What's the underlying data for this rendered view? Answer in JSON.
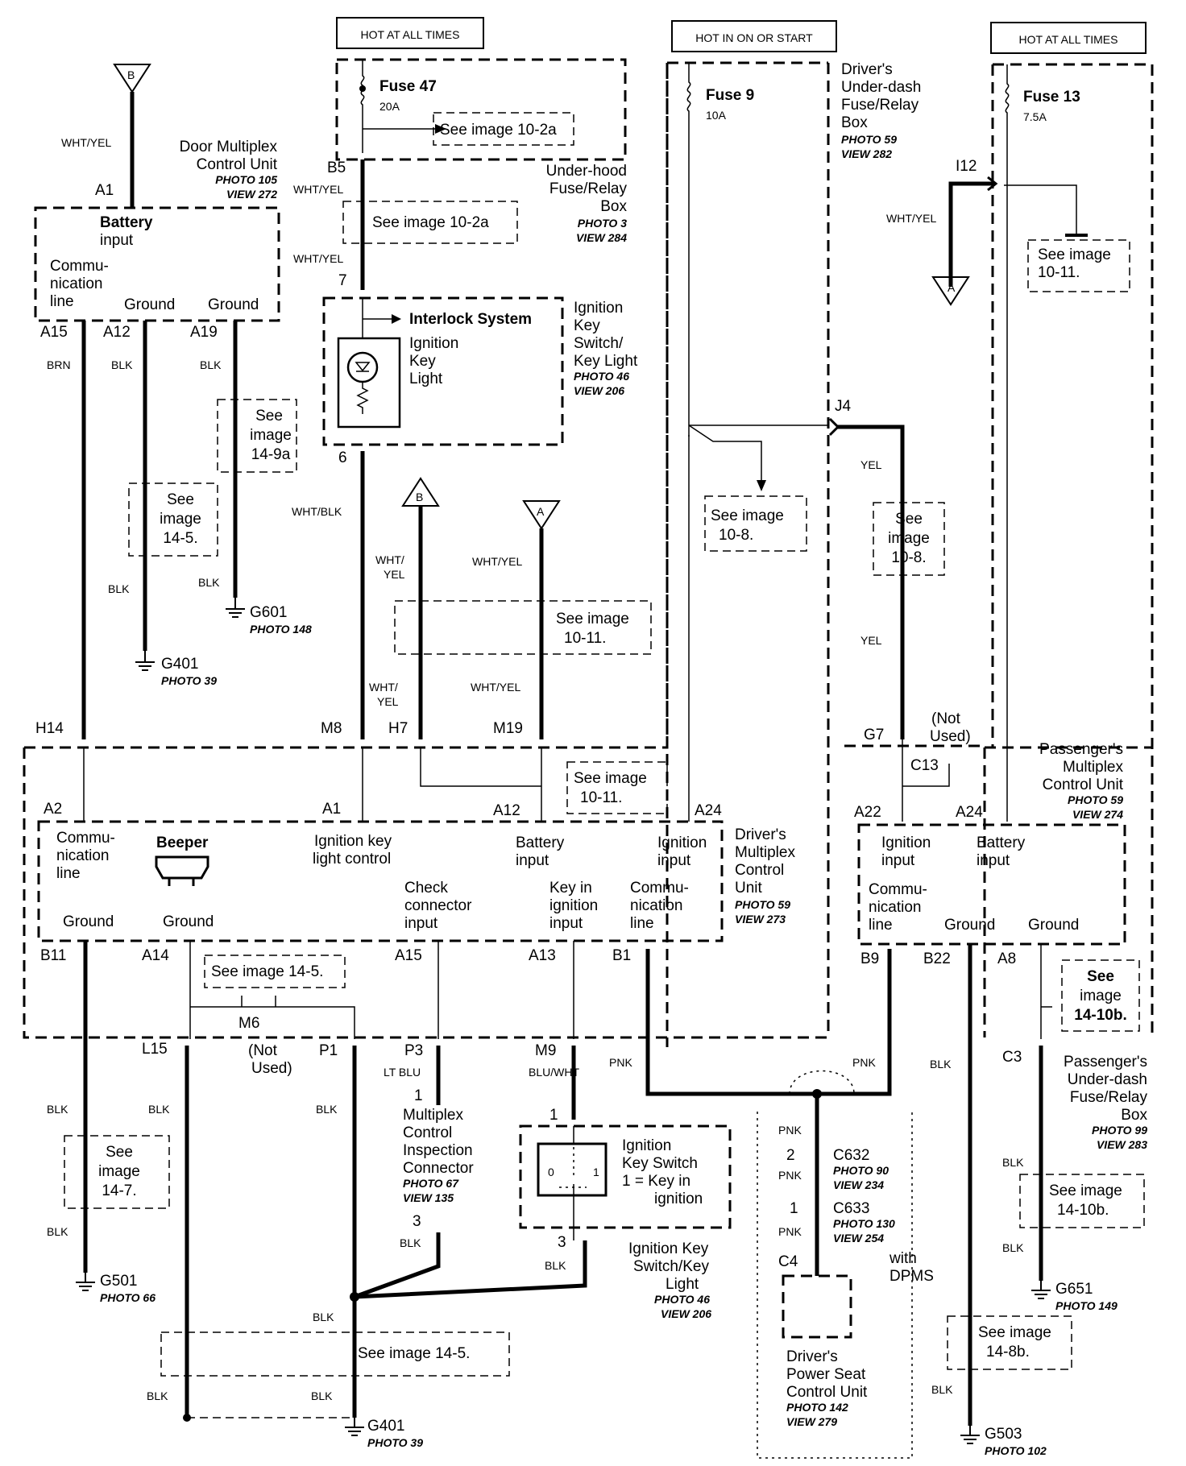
{
  "hot_labels": {
    "h1": "HOT AT ALL TIMES",
    "h2": "HOT IN ON OR START",
    "h3": "HOT AT ALL TIMES"
  },
  "fuses": {
    "f47": {
      "name": "Fuse 47",
      "rating": "20A"
    },
    "f9": {
      "name": "Fuse 9",
      "rating": "10A"
    },
    "f13": {
      "name": "Fuse 13",
      "rating": "7.5A"
    }
  },
  "boxes": {
    "underhood": {
      "l1": "Under-hood",
      "l2": "Fuse/Relay",
      "l3": "Box",
      "p1": "PHOTO 3",
      "p2": "VIEW 284"
    },
    "driver_dash": {
      "l1": "Driver's",
      "l2": "Under-dash",
      "l3": "Fuse/Relay",
      "l4": "Box",
      "p1": "PHOTO 59",
      "p2": "VIEW 282"
    },
    "door": {
      "l1": "Door Multiplex",
      "l2": "Control Unit",
      "p1": "PHOTO 105",
      "p2": "VIEW 272",
      "battery1": "Battery",
      "battery2": "input",
      "comm1": "Commu-",
      "comm2": "nication",
      "comm3": "line",
      "gnd1": "Ground",
      "gnd2": "Ground"
    },
    "ignition_key": {
      "l1": "Ignition",
      "l2": "Key",
      "l3": "Switch/",
      "l4": "Key Light",
      "p1": "PHOTO 46",
      "p2": "VIEW 206",
      "interlock": "Interlock System",
      "k1": "Ignition",
      "k2": "Key",
      "k3": "Light"
    },
    "driver_mux": {
      "l1": "Driver's",
      "l2": "Multiplex",
      "l3": "Control",
      "l4": "Unit",
      "p1": "PHOTO 59",
      "p2": "VIEW 273",
      "comm1": "Commu-",
      "comm2": "nication",
      "comm3": "line",
      "beeper": "Beeper",
      "ikl1": "Ignition key",
      "ikl2": "light control",
      "bat1": "Battery",
      "bat2": "input",
      "ign1": "Ignition",
      "ign2": "input",
      "gnd1": "Ground",
      "gnd2": "Ground",
      "chk1": "Check",
      "chk2": "connector",
      "chk3": "input",
      "key1": "Key in",
      "key2": "ignition",
      "key3": "input",
      "com1": "Commu-",
      "com2": "nication",
      "com3": "line"
    },
    "pass_mux": {
      "l1": "Passenger's",
      "l2": "Multiplex",
      "l3": "Control Unit",
      "p1": "PHOTO 59",
      "p2": "VIEW 274",
      "ign1": "Ignition",
      "ign2": "input",
      "bat1": "Battery",
      "bat2": "input",
      "comm1": "Commu-",
      "comm2": "nication",
      "comm3": "line",
      "gnd1": "Ground",
      "gnd2": "Ground"
    },
    "pass_dash": {
      "l1": "Passenger's",
      "l2": "Under-dash",
      "l3": "Fuse/Relay",
      "l4": "Box",
      "p1": "PHOTO 99",
      "p2": "VIEW 283"
    },
    "mux_insp": {
      "l1": "Multiplex",
      "l2": "Control",
      "l3": "Inspection",
      "l4": "Connector",
      "p1": "PHOTO 67",
      "p2": "VIEW 135"
    },
    "ign_switch": {
      "l1": "Ignition",
      "l2": "Key Switch",
      "l3": "1 =  Key in",
      "l4": "ignition",
      "n0": "0",
      "n1": "1"
    },
    "ign_switch2": {
      "l1": "Ignition Key",
      "l2": "Switch/Key",
      "l3": "Light",
      "p1": "PHOTO 46",
      "p2": "VIEW 206"
    },
    "seat": {
      "l1": "Driver's",
      "l2": "Power Seat",
      "l3": "Control Unit",
      "p1": "PHOTO 142",
      "p2": "VIEW 279",
      "dpms1": "with",
      "dpms2": "DPMS"
    },
    "c632": {
      "name": "C632",
      "p1": "PHOTO 90",
      "p2": "VIEW 234"
    },
    "c633": {
      "name": "C633",
      "p1": "PHOTO 130",
      "p2": "VIEW 254"
    }
  },
  "see": {
    "s1": "See image 10-2a",
    "s2": "See image 10-2a",
    "s3a": "See",
    "s3b": "image",
    "s3c": "14-9a",
    "s4a": "See",
    "s4b": "image",
    "s4c": "14-5.",
    "s5a": "See image",
    "s5b": "10-11.",
    "s6a": "See image",
    "s6b": "10-8.",
    "s7a": "See",
    "s7b": "image",
    "s7c": "10-8.",
    "s8a": "See image",
    "s8b": "10-11.",
    "s9a": "See image",
    "s9b": "10-11.",
    "s10": "See image 14-5.",
    "s11a": "See",
    "s11b": "image",
    "s11c": "14-10b.",
    "s12a": "See",
    "s12b": "image",
    "s12c": "14-7.",
    "s13a": "See image",
    "s13b": "14-10b.",
    "s14": "See image 14-5.",
    "s15a": "See image",
    "s15b": "14-8b."
  },
  "grounds": {
    "g601": {
      "name": "G601",
      "photo": "PHOTO 148"
    },
    "g401a": {
      "name": "G401",
      "photo": "PHOTO 39"
    },
    "g501": {
      "name": "G501",
      "photo": "PHOTO 66"
    },
    "g401b": {
      "name": "G401",
      "photo": "PHOTO 39"
    },
    "g651": {
      "name": "G651",
      "photo": "PHOTO 149"
    },
    "g503": {
      "name": "G503",
      "photo": "PHOTO 102"
    }
  },
  "terminals": {
    "a1": "A1",
    "a15": "A15",
    "a12": "A12",
    "a19": "A19",
    "b5": "B5",
    "t7": "7",
    "t6": "6",
    "i12": "I12",
    "j4": "J4",
    "h14": "H14",
    "m8": "M8",
    "h7": "H7",
    "m19": "M19",
    "g7": "G7",
    "c13": "C13",
    "a2": "A2",
    "a1b": "A1",
    "a12b": "A12",
    "a24": "A24",
    "a22": "A22",
    "a24b": "A24",
    "b11": "B11",
    "a14": "A14",
    "a15b": "A15",
    "a13": "A13",
    "b1": "B1",
    "b9": "B9",
    "b22": "B22",
    "a8": "A8",
    "m6": "M6",
    "l15": "L15",
    "p1": "P1",
    "p3": "P3",
    "m9": "M9",
    "c3": "C3",
    "t1a": "1",
    "t3a": "3",
    "t1b": "1",
    "t3b": "3",
    "t2": "2",
    "t1c": "1",
    "c4": "C4",
    "b": "B",
    "a": "A",
    "notused1a": "(Not",
    "notused1b": "Used)",
    "notused2a": "(Not",
    "notused2b": "Used)"
  },
  "wires": {
    "whtyel": "WHT/YEL",
    "brn": "BRN",
    "blk": "BLK",
    "whtblk": "WHT/BLK",
    "wht": "WHT/",
    "yel": "YEL",
    "ltblu": "LT BLU",
    "bluwht": "BLU/WHT",
    "pnk": "PNK"
  }
}
